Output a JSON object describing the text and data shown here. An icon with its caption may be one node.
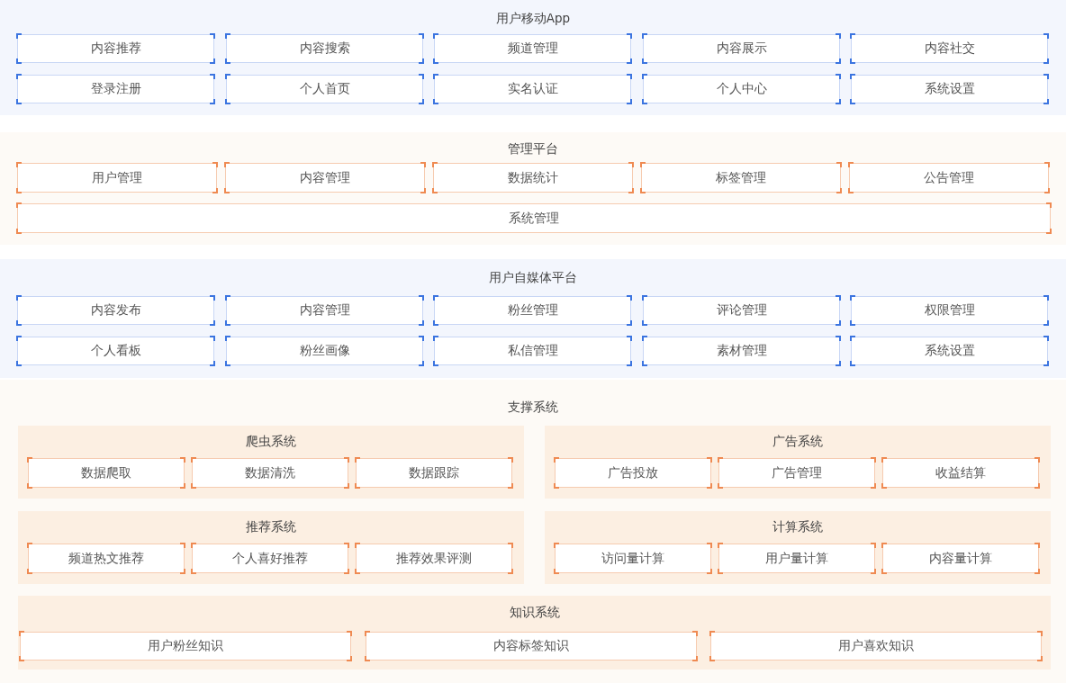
{
  "diagram": {
    "nodes": [
      {
        "text": [
          "用户移动App"
        ]
      },
      {
        "text": [
          "内容推荐"
        ],
        "in": 0
      },
      {
        "text": [
          "内容搜索"
        ],
        "in": 0
      },
      {
        "text": [
          "频道管理"
        ],
        "in": 0
      },
      {
        "text": [
          "内容展示"
        ],
        "in": 0
      },
      {
        "text": [
          "内容社交"
        ],
        "in": 0
      },
      {
        "text": [
          "登录注册"
        ],
        "in": 0
      },
      {
        "text": [
          "个人首页"
        ],
        "in": 0
      },
      {
        "text": [
          "实名认证"
        ],
        "in": 0
      },
      {
        "text": [
          "个人中心"
        ],
        "in": 0
      },
      {
        "text": [
          "系统设置"
        ],
        "in": 0
      },
      {
        "text": [
          "管理平台"
        ]
      },
      {
        "text": [
          "用户管理"
        ],
        "in": 11
      },
      {
        "text": [
          "内容管理"
        ],
        "in": 11
      },
      {
        "text": [
          "数据统计"
        ],
        "in": 11
      },
      {
        "text": [
          "标签管理"
        ],
        "in": 11
      },
      {
        "text": [
          "公告管理"
        ],
        "in": 11
      },
      {
        "text": [
          "系统管理"
        ],
        "in": 11
      },
      {
        "text": [
          "用户自媒体平台"
        ]
      },
      {
        "text": [
          "内容发布"
        ],
        "in": 18
      },
      {
        "text": [
          "内容管理"
        ],
        "in": 18
      },
      {
        "text": [
          "粉丝管理"
        ],
        "in": 18
      },
      {
        "text": [
          "评论管理"
        ],
        "in": 18
      },
      {
        "text": [
          "权限管理"
        ],
        "in": 18
      },
      {
        "text": [
          "个人看板"
        ],
        "in": 18
      },
      {
        "text": [
          "粉丝画像"
        ],
        "in": 18
      },
      {
        "text": [
          "私信管理"
        ],
        "in": 18
      },
      {
        "text": [
          "素材管理"
        ],
        "in": 18
      },
      {
        "text": [
          "系统设置"
        ],
        "in": 18
      },
      {
        "text": [
          "支撑系统"
        ]
      },
      {
        "text": [
          "爬虫系统"
        ],
        "in": 29
      },
      {
        "text": [
          "数据爬取"
        ],
        "in": 30
      },
      {
        "text": [
          "数据清洗"
        ],
        "in": 30
      },
      {
        "text": [
          "数据跟踪"
        ],
        "in": 30
      },
      {
        "text": [
          "广告系统"
        ],
        "in": 29
      },
      {
        "text": [
          "广告投放"
        ],
        "in": 34
      },
      {
        "text": [
          "广告管理"
        ],
        "in": 34
      },
      {
        "text": [
          "收益结算"
        ],
        "in": 34
      },
      {
        "text": [
          "推荐系统"
        ],
        "in": 29
      },
      {
        "text": [
          "频道热文推荐"
        ],
        "in": 38
      },
      {
        "text": [
          "个人喜好推荐"
        ],
        "in": 38
      },
      {
        "text": [
          "推荐效果评测"
        ],
        "in": 38
      },
      {
        "text": [
          "计算系统"
        ],
        "in": 29
      },
      {
        "text": [
          "访问量计算"
        ],
        "in": 42
      },
      {
        "text": [
          "用户量计算"
        ],
        "in": 42
      },
      {
        "text": [
          "内容量计算"
        ],
        "in": 42
      },
      {
        "text": [
          "知识系统"
        ],
        "in": 29
      },
      {
        "text": [
          "用户粉丝知识"
        ],
        "in": 46
      },
      {
        "text": [
          "内容标签知识"
        ],
        "in": 46
      },
      {
        "text": [
          "用户喜欢知识"
        ],
        "in": 46
      }
    ]
  }
}
